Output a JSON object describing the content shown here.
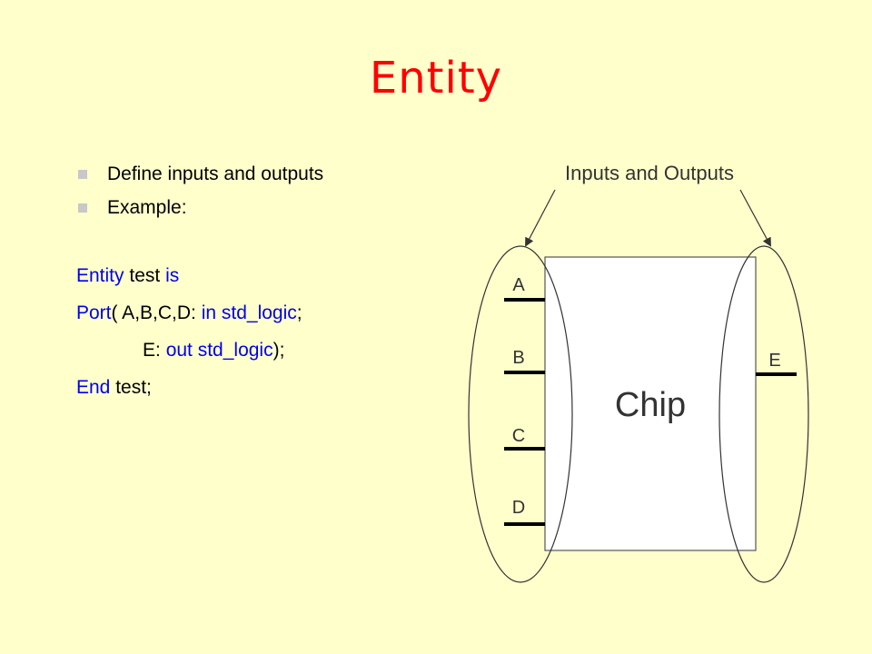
{
  "title": "Entity",
  "bullets": [
    "Define inputs and outputs",
    "Example:"
  ],
  "code": {
    "line1": {
      "kw1": "Entity",
      "t1": " test ",
      "kw2": "is"
    },
    "line2": {
      "kw1": "Port",
      "t1": "( A,B,C,D: ",
      "kw2": "in std_logic",
      "t2": ";"
    },
    "line3": {
      "t1": "E: ",
      "kw1": "out std_logic",
      "t2": ");"
    },
    "line4": {
      "kw1": "End",
      "t1": " test;"
    }
  },
  "diagram": {
    "caption": "Inputs and Outputs",
    "chip_label": "Chip",
    "inputs": [
      "A",
      "B",
      "C",
      "D"
    ],
    "outputs": [
      "E"
    ]
  },
  "colors": {
    "background": "#ffffcc",
    "title": "#ff0000",
    "keyword": "#0000ee"
  }
}
